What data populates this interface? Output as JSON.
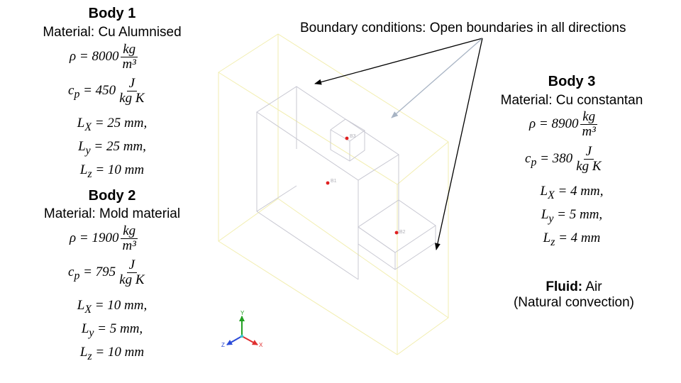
{
  "body1": {
    "title": "Body 1",
    "material": "Material: Cu Alumnised",
    "rho_lhs": "ρ = 8000",
    "rho_num": "kg",
    "rho_den": "m³",
    "cp_lhs": "c",
    "cp_sub": "p",
    "cp_val": " = 450",
    "cp_num": "J",
    "cp_den": "kg K",
    "lx": "L",
    "lx_sub": "X",
    "lx_val": " = 25 mm,",
    "ly": "L",
    "ly_sub": "y",
    "ly_val": " = 25 mm,",
    "lz": "L",
    "lz_sub": "z",
    "lz_val": " = 10 mm"
  },
  "body2": {
    "title": "Body 2",
    "material": "Material: Mold material",
    "rho_lhs": "ρ = 1900",
    "rho_num": "kg",
    "rho_den": "m³",
    "cp_lhs": "c",
    "cp_sub": "p",
    "cp_val": " = 795",
    "cp_num": "J",
    "cp_den": "kg K",
    "lx": "L",
    "lx_sub": "X",
    "lx_val": " = 10 mm,",
    "ly": "L",
    "ly_sub": "y",
    "ly_val": " = 5 mm,",
    "lz": "L",
    "lz_sub": "z",
    "lz_val": " = 10 mm"
  },
  "body3": {
    "title": "Body 3",
    "material": "Material: Cu constantan",
    "rho_lhs": "ρ = 8900",
    "rho_num": "kg",
    "rho_den": "m³",
    "cp_lhs": "c",
    "cp_sub": "p",
    "cp_val": " = 380",
    "cp_num": "J",
    "cp_den": "kg K",
    "lx": "L",
    "lx_sub": "X",
    "lx_val": " = 4 mm,",
    "ly": "L",
    "ly_sub": "y",
    "ly_val": " = 5 mm,",
    "lz": "L",
    "lz_sub": "z",
    "lz_val": " = 4 mm"
  },
  "boundary": {
    "text": "Boundary conditions: Open boundaries in all directions"
  },
  "fluid": {
    "label": "Fluid:",
    "value": " Air",
    "note": "(Natural convection)"
  },
  "probes": {
    "b1": "B1",
    "b2": "B2",
    "b3": "B3"
  },
  "axes": {
    "x": "X",
    "y": "Y",
    "z": "Z"
  },
  "colors": {
    "domain": "#f2eeb0",
    "body": "#c8c8d2",
    "probe": "#e02020",
    "arrow_dark": "#000000",
    "arrow_light": "#a8b4c4",
    "axis_x": "#e03030",
    "axis_y": "#22a022",
    "axis_z": "#2a4ad8"
  }
}
